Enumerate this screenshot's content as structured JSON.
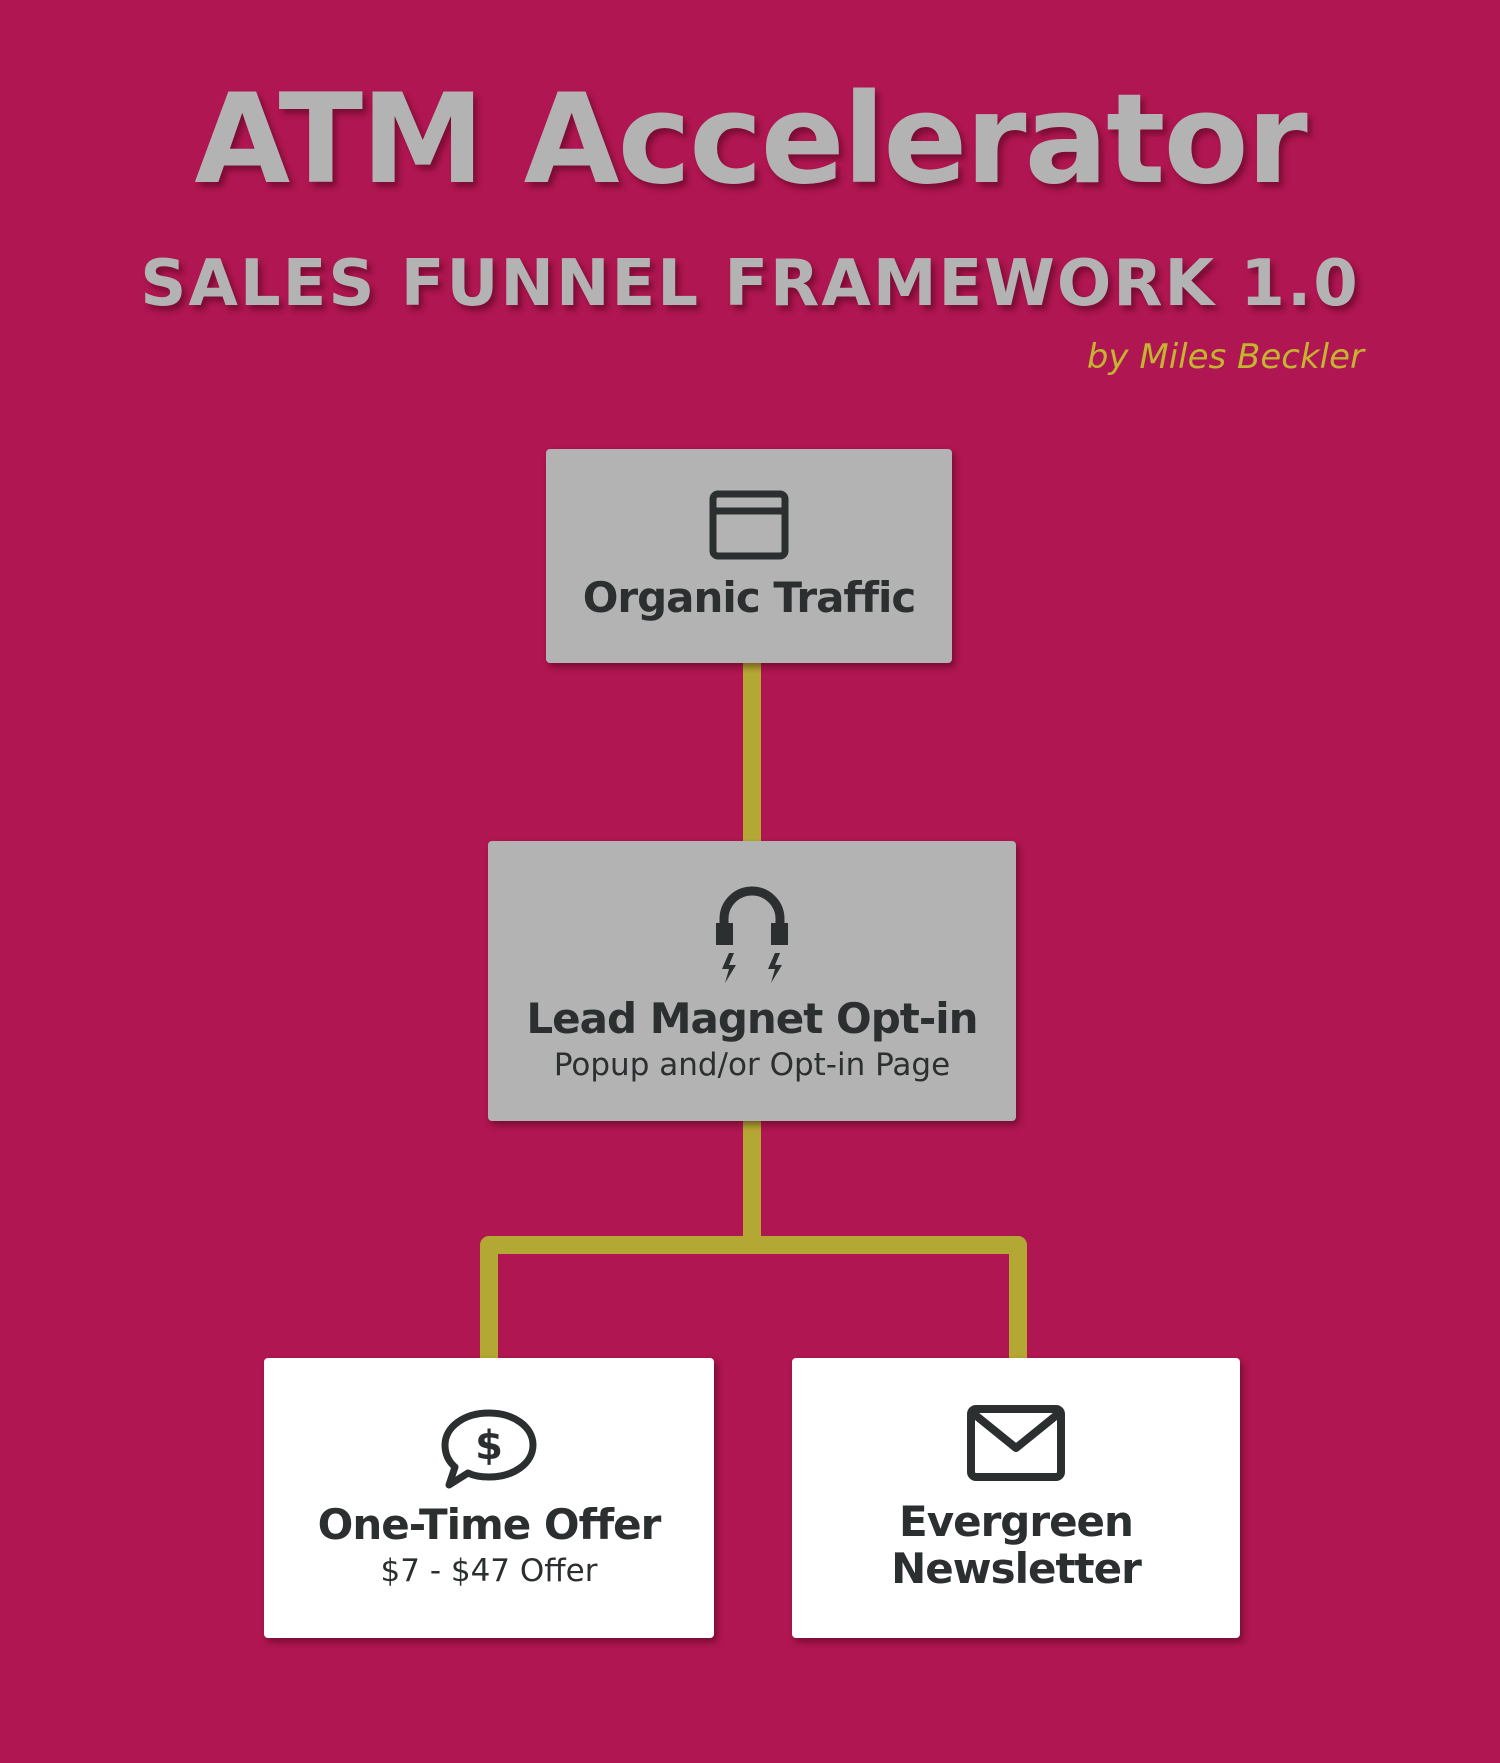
{
  "header": {
    "title": "ATM Accelerator",
    "subtitle": "SALES FUNNEL FRAMEWORK 1.0",
    "byline": "by Miles Beckler"
  },
  "colors": {
    "background": "#b01651",
    "title": "#b4b3b3",
    "byline": "#c4b431",
    "connector": "#b3a833",
    "gray_box": "#b3b3b3",
    "white_box": "#ffffff",
    "text_dark": "#2b2f30"
  },
  "nodes": {
    "organic": {
      "title": "Organic Traffic",
      "icon": "browser-window-icon"
    },
    "lead": {
      "title": "Lead Magnet Opt-in",
      "subtitle": "Popup and/or Opt-in Page",
      "icon": "magnet-icon"
    },
    "offer": {
      "title": "One-Time Offer",
      "subtitle": "$7 - $47 Offer",
      "icon": "dollar-speech-bubble-icon"
    },
    "newsletter": {
      "title_line1": "Evergreen",
      "title_line2": "Newsletter",
      "icon": "envelope-icon"
    }
  }
}
